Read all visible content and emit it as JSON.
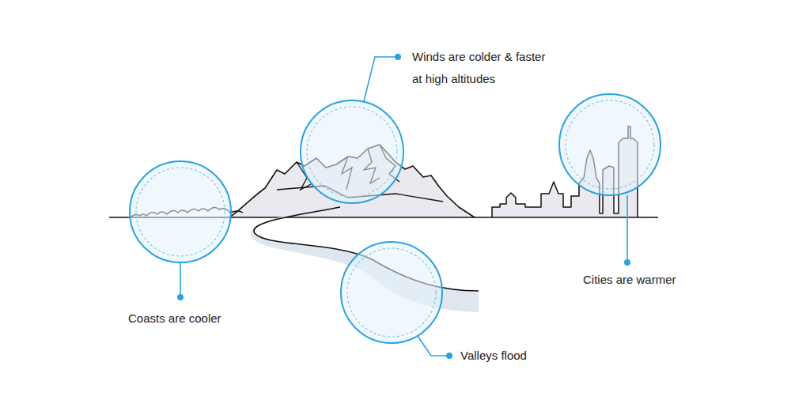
{
  "diagram": {
    "labels": [
      "Winds are colder & faster at high altitudes",
      "Coasts are cooler",
      "Valleys flood",
      "Cities are warmer"
    ]
  }
}
